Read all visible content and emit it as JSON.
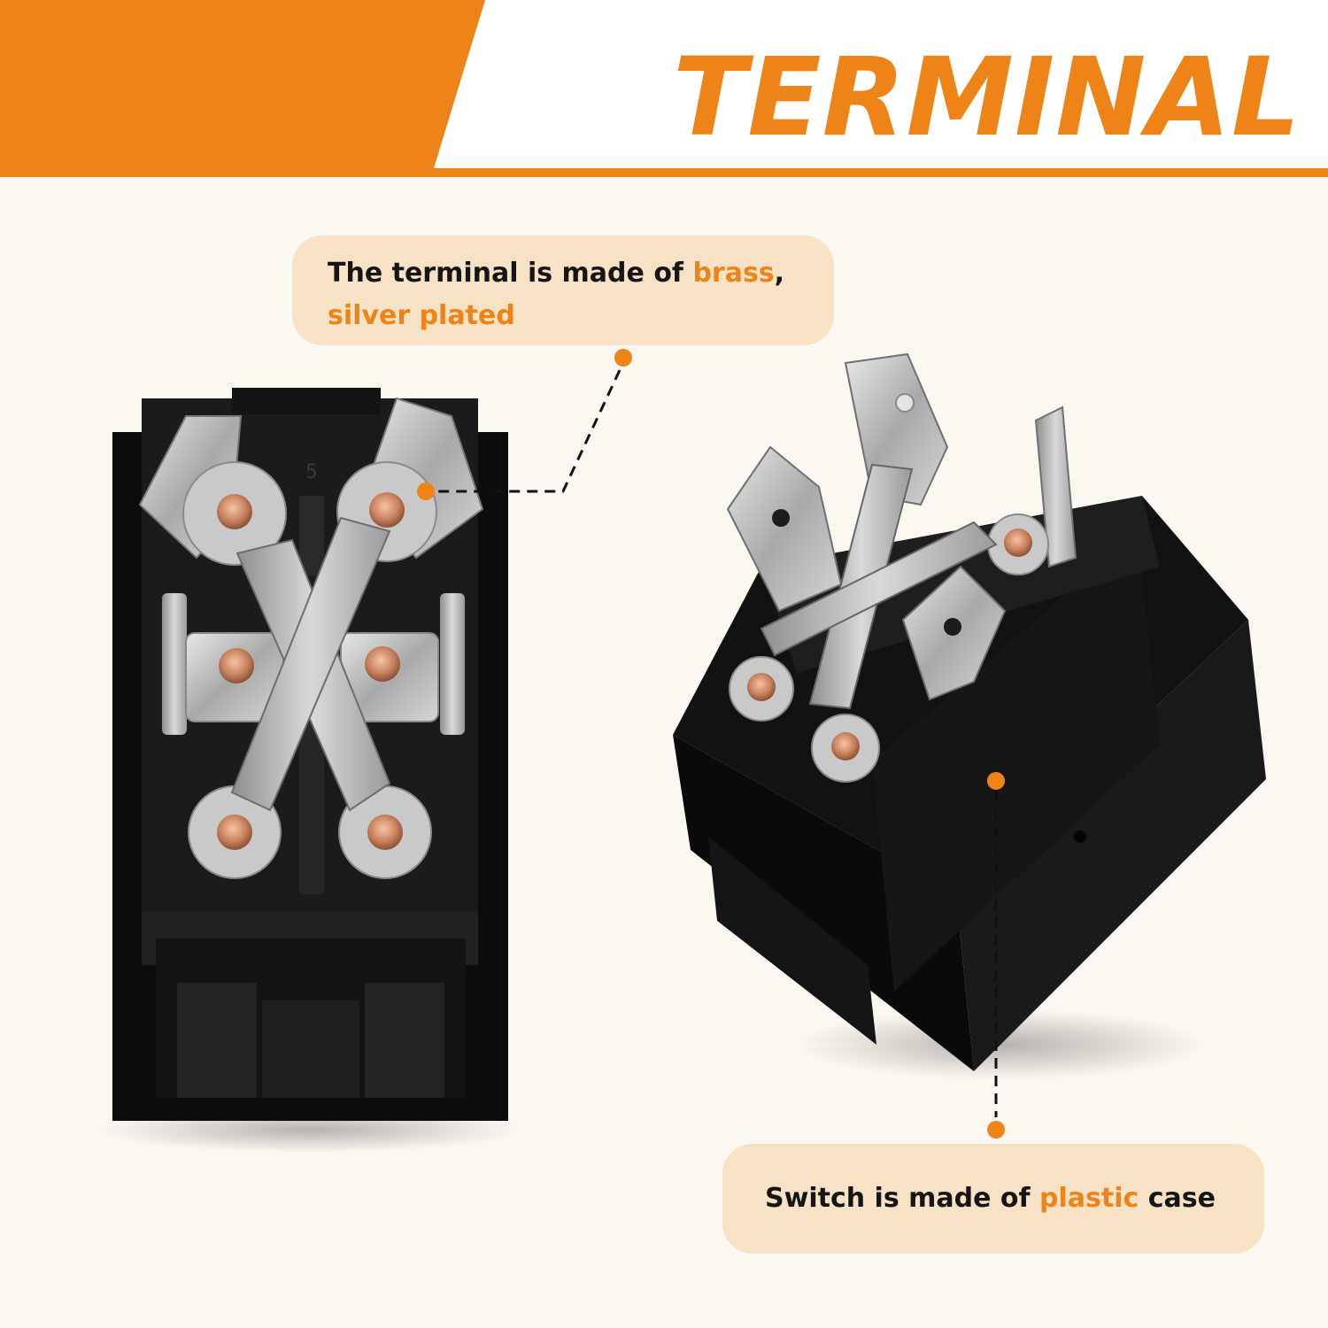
{
  "header": {
    "title": "TERMINAL",
    "accent_color": "#ee8318"
  },
  "callouts": {
    "brass": {
      "text_before": "The terminal is made of ",
      "highlight1": "brass",
      "text_middle": ",",
      "highlight2": "silver plated"
    },
    "plastic": {
      "text_before": "Switch is made of ",
      "highlight": "plastic",
      "text_after": " case"
    }
  },
  "switch_marking": "5"
}
